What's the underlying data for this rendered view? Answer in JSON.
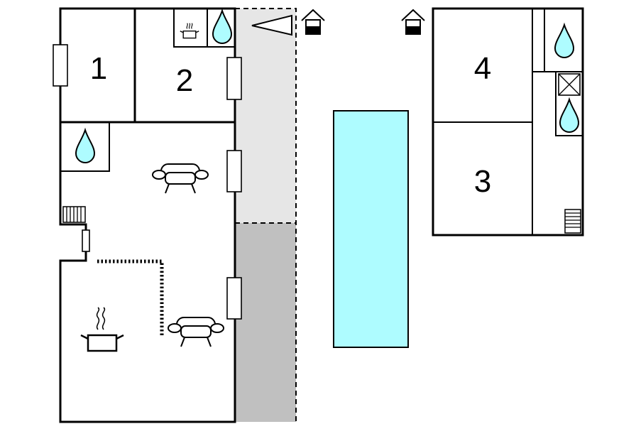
{
  "colors": {
    "pool": "#aefcff",
    "water_drop": "#aefcff",
    "terrace_light": "#e6e6e6",
    "terrace_dark": "#c0c0c0",
    "wall": "#000000",
    "background": "#ffffff"
  },
  "rooms": [
    {
      "number": "1",
      "type": "bedroom"
    },
    {
      "number": "2",
      "type": "bedroom"
    },
    {
      "number": "3",
      "type": "bedroom"
    },
    {
      "number": "4",
      "type": "bedroom"
    }
  ],
  "icons": [
    "water-drop-icon",
    "cooking-pot-icon",
    "armchair-icon",
    "house-entrance-icon",
    "stairs-icon",
    "ventilation-icon",
    "pool",
    "parasol-icon"
  ]
}
